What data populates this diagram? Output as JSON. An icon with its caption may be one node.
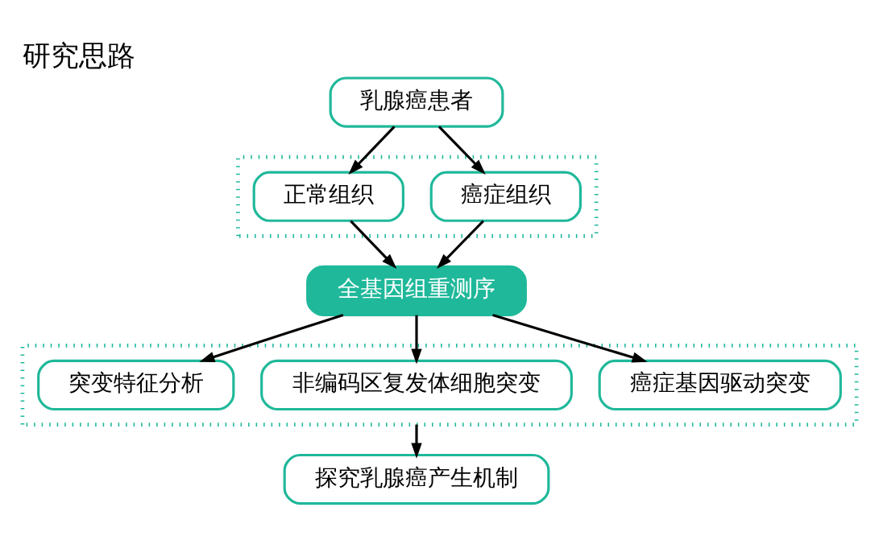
{
  "diagram": {
    "title": "研究思路",
    "nodes": [
      {
        "text": [
          "乳腺癌患者"
        ]
      },
      {
        "text": [],
        "shape": "box"
      },
      {
        "text": [
          "癌症组织"
        ],
        "in": 1
      },
      {
        "text": [
          "正常组织"
        ],
        "in": 1
      },
      {
        "text": [
          "全基因组重测序"
        ]
      },
      {
        "text": [],
        "shape": "box"
      },
      {
        "text": [
          "癌症基因驱动突变"
        ],
        "in": 5
      },
      {
        "text": [
          "非编码区复发体细胞突变"
        ],
        "in": 5
      },
      {
        "text": [
          "突变特征分析"
        ],
        "in": 5
      },
      {
        "text": [
          "探究乳腺癌产生机制"
        ]
      }
    ],
    "edges": [
      {
        "from": 0,
        "to": 2,
        "arrow": "to"
      },
      {
        "from": 0,
        "to": 3,
        "arrow": "to"
      },
      {
        "from": 2,
        "to": 4,
        "arrow": "to"
      },
      {
        "from": 3,
        "to": 4,
        "arrow": "to"
      },
      {
        "from": 4,
        "to": 6,
        "arrow": "to"
      },
      {
        "from": 4,
        "to": 7,
        "arrow": "to"
      },
      {
        "from": 4,
        "to": 8,
        "arrow": "to"
      },
      {
        "from": 5,
        "to": 9,
        "arrow": "to"
      }
    ]
  }
}
